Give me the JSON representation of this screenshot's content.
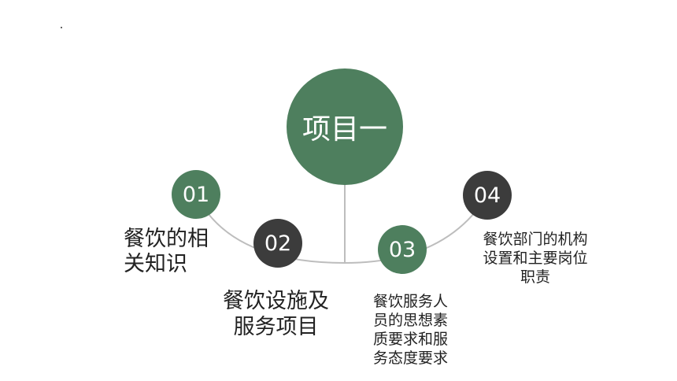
{
  "slide": {
    "main_title": "项目一",
    "colors": {
      "green": "#4E7F5E",
      "dark": "#3C3C3C",
      "connector": "#BDBDBD",
      "text": "#222222"
    },
    "items": [
      {
        "number": "01",
        "circle_color": "#4E7F5E",
        "label_lines": [
          "餐饮的相",
          "关知识"
        ]
      },
      {
        "number": "02",
        "circle_color": "#3C3C3C",
        "label_lines": [
          "餐饮设施及",
          "服务项目"
        ]
      },
      {
        "number": "03",
        "circle_color": "#4E7F5E",
        "label_lines": [
          "餐饮服务人",
          "员的思想素",
          "质要求和服",
          "务态度要求"
        ]
      },
      {
        "number": "04",
        "circle_color": "#3C3C3C",
        "label_lines": [
          "餐饮部门的机构",
          "设置和主要岗位",
          "职责"
        ]
      }
    ]
  }
}
